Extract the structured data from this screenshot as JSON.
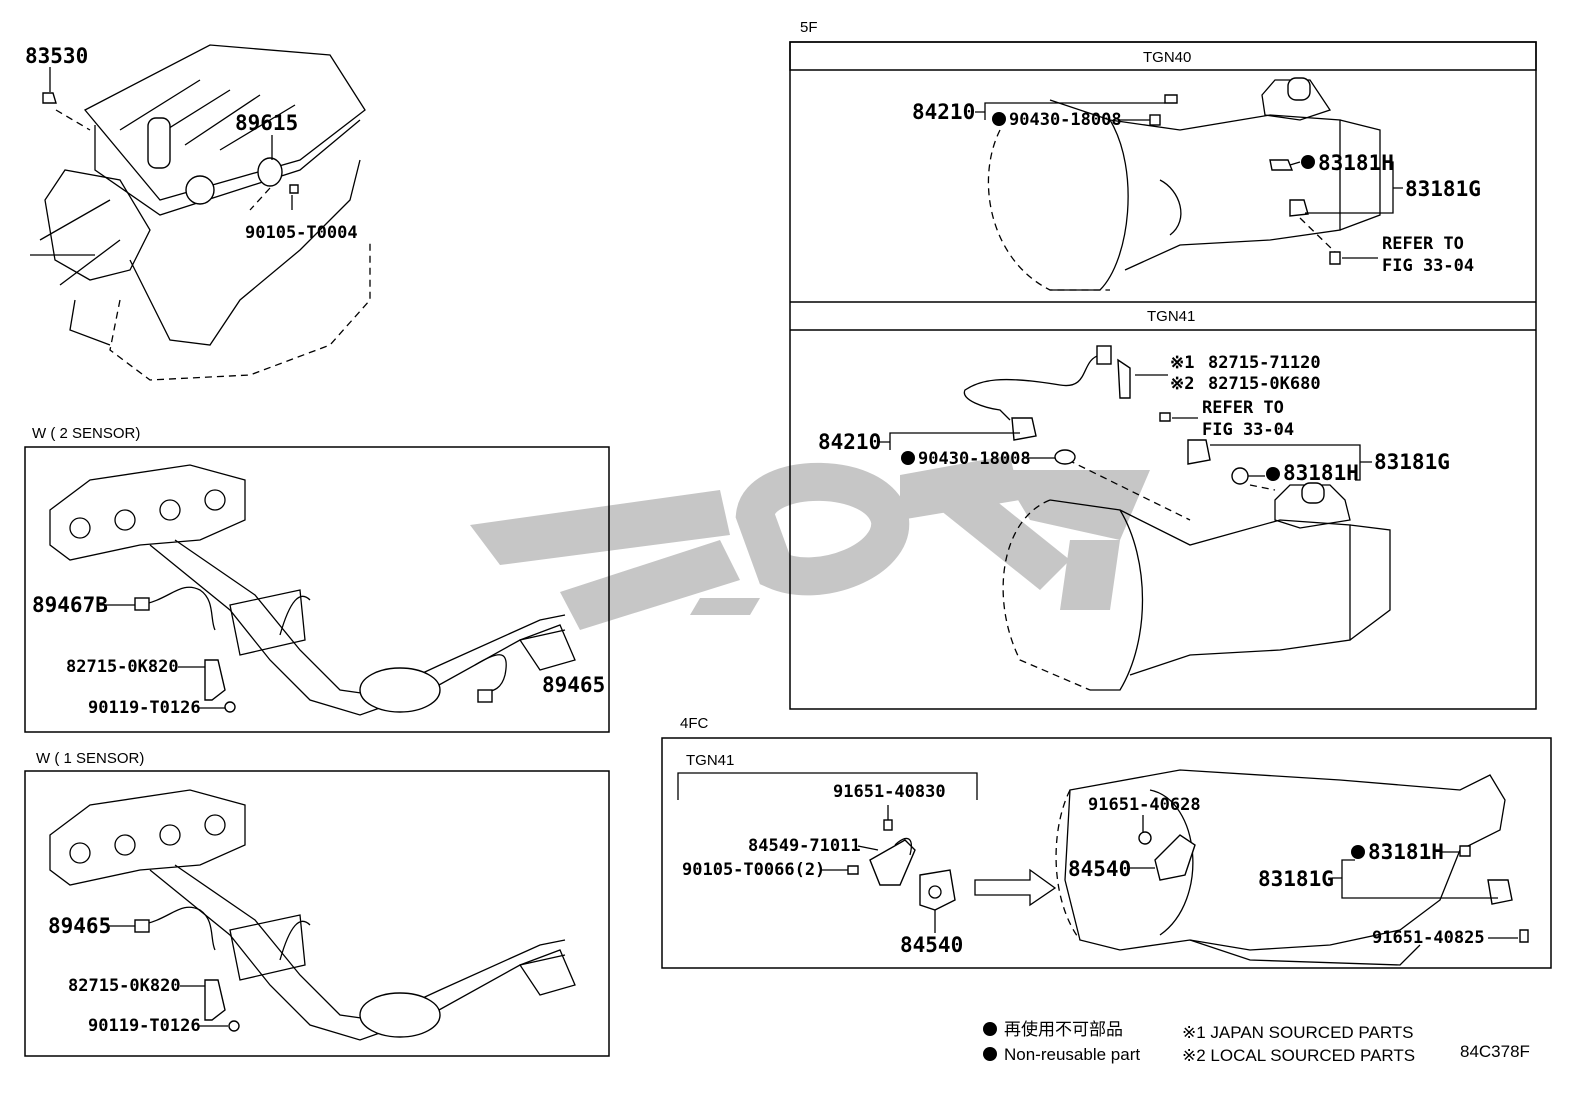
{
  "engine": {
    "p83530": "83530",
    "p89615": "89615",
    "p90105_T0004": "90105-T0004"
  },
  "w2": {
    "title": "W ( 2 SENSOR)",
    "p89467B": "89467B",
    "p82715": "82715-0K820",
    "p90119": "90119-T0126",
    "p89465": "89465"
  },
  "w1": {
    "title": "W ( 1 SENSOR)",
    "p89465": "89465",
    "p82715": "82715-0K820",
    "p90119": "90119-T0126"
  },
  "f5": {
    "title": "5F",
    "tgn40": {
      "title": "TGN40",
      "p84210": "84210",
      "p90430": "90430-18008",
      "p83181H": "83181H",
      "p83181G": "83181G",
      "refer1": "REFER TO",
      "refer2": "FIG 33-04"
    },
    "tgn41": {
      "title": "TGN41",
      "mark1": "※1",
      "p82715_71120": "82715-71120",
      "mark2": "※2",
      "p82715_0K680": "82715-0K680",
      "refer1": "REFER TO",
      "refer2": "FIG 33-04",
      "p84210": "84210",
      "p90430": "90430-18008",
      "p83181H": "83181H",
      "p83181G": "83181G"
    }
  },
  "fc4": {
    "title": "4FC",
    "sub": "TGN41",
    "p91651_40830": "91651-40830",
    "p84549": "84549-71011",
    "p90105_T0066": "90105-T0066(2)",
    "p84540a": "84540",
    "p91651_40628": "91651-40628",
    "p84540b": "84540",
    "p83181G": "83181G",
    "p83181H": "83181H",
    "p91651_40825": "91651-40825"
  },
  "legend": {
    "jp": "再使用不可部品",
    "en": "Non-reusable part",
    "n1": "※1 JAPAN SOURCED PARTS",
    "n2": "※2 LOCAL SOURCED PARTS",
    "code": "84C378F"
  },
  "colors": {
    "line": "#000000",
    "watermark": "#c8c8c8"
  }
}
